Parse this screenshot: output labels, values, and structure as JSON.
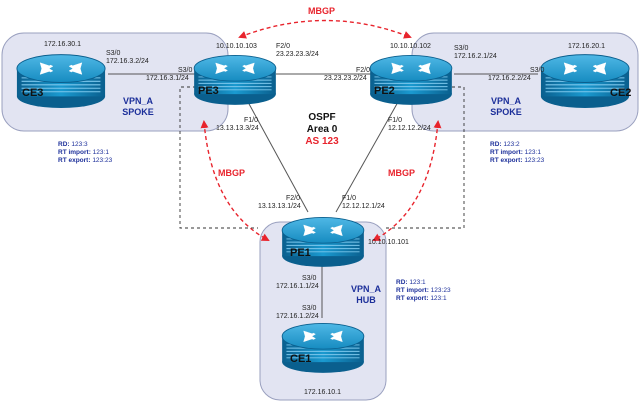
{
  "colors": {
    "site_fill": "#e2e4f2",
    "site_stroke": "#9aa0bf",
    "router_dark": "#0b6fa3",
    "router_light": "#1a9ad0",
    "vpn_text": "#1c2f9a",
    "mbgp": "#e8242d",
    "rd_text": "#1c2f9a",
    "label_text": "#222222"
  },
  "top_label": "MBGP",
  "core": {
    "protocol": "OSPF",
    "area": "Area 0",
    "as": "AS 123"
  },
  "mbgp_labels": {
    "left": "MBGP",
    "right": "MBGP"
  },
  "routers": {
    "ce3": {
      "name": "CE3",
      "loopback": "172.16.30.1"
    },
    "pe3": {
      "name": "PE3",
      "loopback": "10.10.10.103"
    },
    "pe2": {
      "name": "PE2",
      "loopback": "10.10.10.102"
    },
    "ce2": {
      "name": "CE2",
      "loopback": "172.16.20.1"
    },
    "pe1": {
      "name": "PE1",
      "loopback": "10.10.10.101"
    },
    "ce1": {
      "name": "CE1",
      "loopback": "172.16.10.1"
    }
  },
  "interfaces": {
    "ce3_s30_if": "S3/0",
    "ce3_s30_ip": "172.16.3.2/24",
    "pe3_s30_if": "S3/0",
    "pe3_s30_ip": "172.16.3.1/24",
    "pe3_f20_if": "F2/0",
    "pe3_f20_ip": "23.23.23.3/24",
    "pe2_f20_if": "F2/0",
    "pe2_f20_ip": "23.23.23.2/24",
    "pe2_s30_if": "S3/0",
    "pe2_s30_ip": "172.16.2.1/24",
    "ce2_s30_if": "S3/0",
    "ce2_s30_ip": "172.16.2.2/24",
    "pe3_f10_if": "F1/0",
    "pe3_f10_ip": "13.13.13.3/24",
    "pe2_f10_if": "F1/0",
    "pe2_f10_ip": "12.12.12.2/24",
    "pe1_f20_if": "F2/0",
    "pe1_f20_ip": "13.13.13.1/24",
    "pe1_f10_if": "F1/0",
    "pe1_f10_ip": "12.12.12.1/24",
    "pe1_s30_if": "S3/0",
    "pe1_s30_ip": "172.16.1.1/24",
    "ce1_s30_if": "S3/0",
    "ce1_s30_ip": "172.16.1.2/24"
  },
  "sites": {
    "left": {
      "line1": "VPN_A",
      "line2": "SPOKE"
    },
    "right": {
      "line1": "VPN_A",
      "line2": "SPOKE"
    },
    "hub": {
      "line1": "VPN_A",
      "line2": "HUB"
    }
  },
  "vrf": {
    "left": {
      "rd_label": "RD:",
      "rd_value": "123:3",
      "import_label": "RT import:",
      "import_value": "123:1",
      "export_label": "RT export:",
      "export_value": "123:23"
    },
    "right": {
      "rd_label": "RD:",
      "rd_value": "123:2",
      "import_label": "RT import:",
      "import_value": "123:1",
      "export_label": "RT export:",
      "export_value": "123:23"
    },
    "hub": {
      "rd_label": "RD:",
      "rd_value": "123:1",
      "import_label": "RT import:",
      "import_value": "123:23",
      "export_label": "RT export:",
      "export_value": "123:1"
    }
  }
}
